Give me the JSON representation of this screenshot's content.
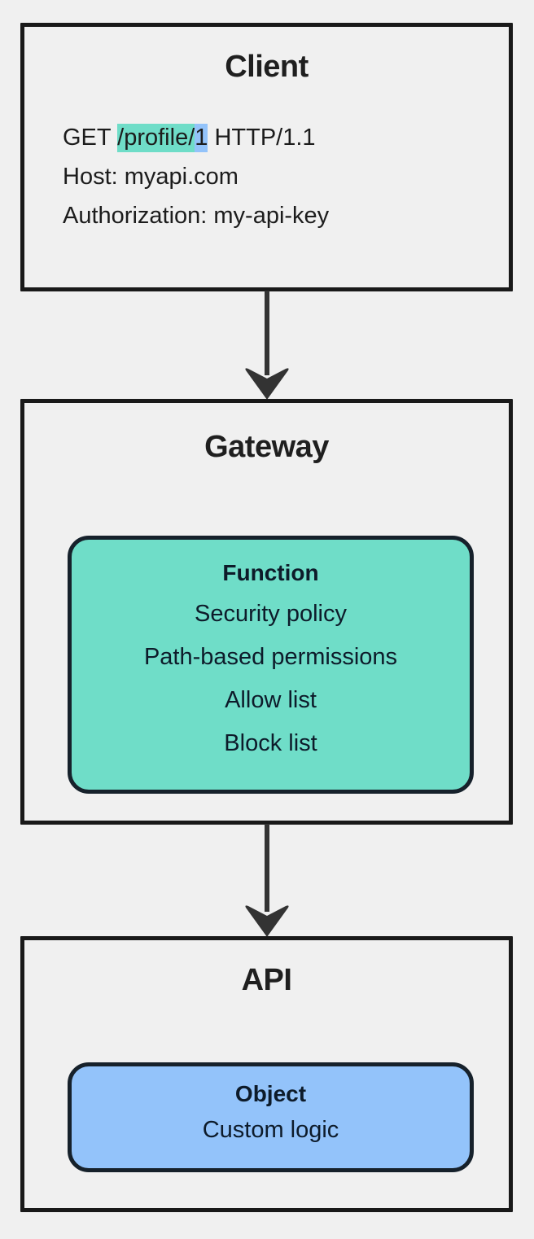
{
  "diagram": {
    "background_color": "#f0f0f0",
    "border_color": "#191919",
    "accent_teal": "#6fddc8",
    "accent_blue": "#93c3fa",
    "arrow_color": "#333333"
  },
  "nodes": {
    "client": {
      "title": "Client",
      "request": {
        "method": "GET ",
        "path": "/profile/",
        "id": "1",
        "protocol": " HTTP/1.1",
        "host_line": "Host: myapi.com",
        "auth_line": "Authorization: my-api-key"
      }
    },
    "gateway": {
      "title": "Gateway",
      "function_box": {
        "title": "Function",
        "lines": [
          "Security policy",
          "Path-based permissions",
          "Allow list",
          "Block list"
        ]
      }
    },
    "api": {
      "title": "API",
      "object_box": {
        "title": "Object",
        "lines": [
          "Custom logic"
        ]
      }
    }
  },
  "edges": [
    {
      "from": "client",
      "to": "gateway"
    },
    {
      "from": "gateway",
      "to": "api"
    }
  ]
}
